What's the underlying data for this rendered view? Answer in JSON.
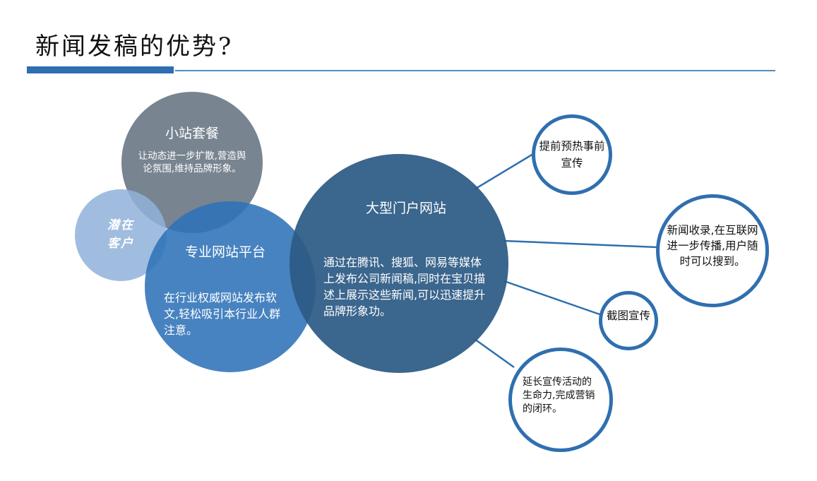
{
  "header": {
    "title": "新闻发稿的优势?",
    "accent_color": "#2f6faf"
  },
  "bubbles": {
    "small": {
      "title": "小站套餐",
      "body": "让动态进一步扩散,营造舆论氛围,维持品牌形象。"
    },
    "latent": {
      "line1": "潜在",
      "line2": "客户"
    },
    "pro": {
      "title": "专业网站平台",
      "body": "在行业权威网站发布软文,轻松吸引本行业人群注意。"
    },
    "portal": {
      "title": "大型门户网站",
      "body": "通过在腾讯、搜狐、网易等媒体上发布公司新闻稿,同时在宝贝描述上展示这些新闻,可以迅速提升品牌形象功。"
    }
  },
  "rings": {
    "preheat": "提前预热事前宣传",
    "indexing": "新闻收录,在互联网进一步传播,用户随时可以搜到。",
    "screenshot": "截图宣传",
    "extend": "延长宣传活动的生命力,完成营销的闭环。"
  },
  "colors": {
    "ring_border": "#2f6faf",
    "portal": "#2c5a84",
    "pro": "#2e72b7",
    "small": "#6e7b88",
    "latent": "#8fb2d9"
  }
}
